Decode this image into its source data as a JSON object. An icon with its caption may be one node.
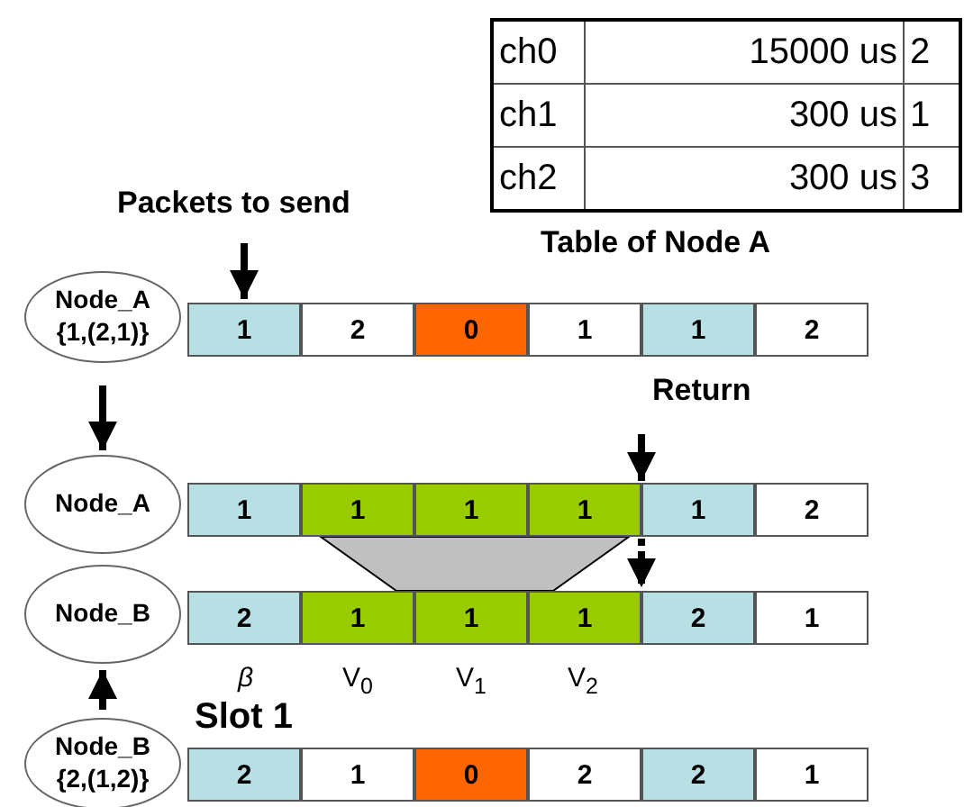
{
  "diagram": {
    "nodes": [
      {
        "text": [
          "Packets to send"
        ]
      },
      {
        "text": [
          "Node_A",
          "{1,(2,1)}"
        ]
      },
      {
        "text": [
          "1"
        ]
      },
      {
        "text": [
          "2"
        ]
      },
      {
        "text": [
          "0"
        ]
      },
      {
        "text": [
          "1"
        ]
      },
      {
        "text": [
          "1"
        ]
      },
      {
        "text": [
          "2"
        ]
      },
      {
        "text": [
          "Return"
        ]
      },
      {
        "text": [
          "Node_A"
        ]
      },
      {
        "text": [
          "1"
        ]
      },
      {
        "text": [
          "1"
        ]
      },
      {
        "text": [
          "1"
        ]
      },
      {
        "text": [
          "1"
        ]
      },
      {
        "text": [
          "1"
        ]
      },
      {
        "text": [
          "2"
        ]
      },
      {
        "text": [
          "Node_B"
        ]
      },
      {
        "text": [
          "2"
        ]
      },
      {
        "text": [
          "1"
        ]
      },
      {
        "text": [
          "1"
        ]
      },
      {
        "text": [
          "1"
        ]
      },
      {
        "text": [
          "2"
        ]
      },
      {
        "text": [
          "1"
        ]
      },
      {
        "text": [
          "Node_B",
          "{2,(1,2)}"
        ]
      },
      {
        "text": [
          "2"
        ]
      },
      {
        "text": [
          "1"
        ]
      },
      {
        "text": [
          "0"
        ]
      },
      {
        "text": [
          "2"
        ]
      },
      {
        "text": [
          "2"
        ]
      },
      {
        "text": [
          "1"
        ]
      },
      {
        "text": [],
        "shape": "trapezoid"
      }
    ],
    "edges": [
      {
        "from": 0,
        "to": 2,
        "arrow": "to"
      },
      {
        "from": 1,
        "to": 9,
        "arrow": "to"
      },
      {
        "from": 8,
        "to": 13,
        "arrow": "to"
      },
      {
        "from": 13,
        "to": 20,
        "arrow": "to",
        "style": "dashed"
      },
      {
        "from": 23,
        "to": 16,
        "arrow": "to"
      }
    ],
    "labels": [
      "ch0",
      "15000 us",
      "2",
      "ch1",
      "300 us",
      "1",
      "ch2",
      "300 us",
      "3",
      "Table of Node A",
      "*β*",
      "V$_{0}$",
      "V$_{1}$",
      "V$_{2}$",
      "Slot 1"
    ]
  }
}
